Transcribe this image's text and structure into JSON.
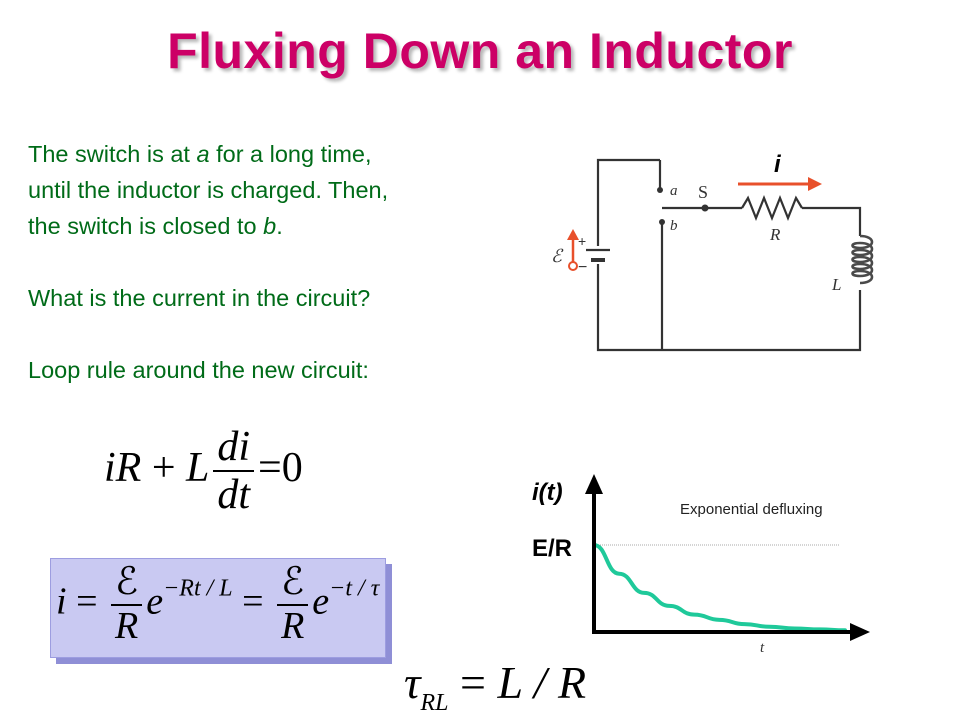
{
  "slide": {
    "title": "Fluxing Down an Inductor",
    "paragraphs": [
      [
        "The switch is at ",
        "a",
        " for a long time,"
      ],
      [
        "until the inductor is charged. Then,"
      ],
      [
        "the switch is closed to ",
        "b",
        "."
      ],
      [
        "What is the current in the circuit?"
      ],
      [
        "Loop rule around the new circuit:"
      ]
    ]
  },
  "circuit": {
    "current_label": "i",
    "switch_a": "a",
    "switch_b": "b",
    "switch_label": "S",
    "resistor_label": "R",
    "inductor_label": "L",
    "emf_label": "ℰ",
    "plus": "+",
    "minus": "−",
    "colors": {
      "wire": "#333333",
      "arrow": "#e8502b",
      "inductor": "#4a4a4a"
    }
  },
  "equations": {
    "loop": {
      "i": "i",
      "R": "R",
      "plus": "+",
      "L": "L",
      "di": "di",
      "dt": "dt",
      "eq": "=",
      "zero": "0"
    },
    "current": {
      "i": "i",
      "eq": "=",
      "emf": "ℰ",
      "R": "R",
      "e": "e",
      "exp1": "−Rt / L",
      "exp2": "−t / τ"
    },
    "tau": {
      "tau": "τ",
      "sub": "RL",
      "eq": "=",
      "rhs": "L / R"
    }
  },
  "chart_data": {
    "type": "line",
    "title": "",
    "annotation": "Exponential defluxing",
    "ylabel": "i(t)",
    "xlabel": "t",
    "y_tick_label": "E/R",
    "series": [
      {
        "x": [
          0,
          0.1,
          0.2,
          0.3,
          0.4,
          0.5,
          0.6,
          0.7,
          0.8,
          0.9,
          1.0
        ],
        "y": [
          1.0,
          0.67,
          0.45,
          0.3,
          0.2,
          0.14,
          0.09,
          0.06,
          0.04,
          0.03,
          0.02
        ]
      }
    ],
    "xlim": [
      0,
      1
    ],
    "ylim": [
      0,
      1.2
    ],
    "colors": {
      "curve": "#1fc99a",
      "axis": "#000000",
      "ref_line": "#aaaaaa"
    }
  }
}
